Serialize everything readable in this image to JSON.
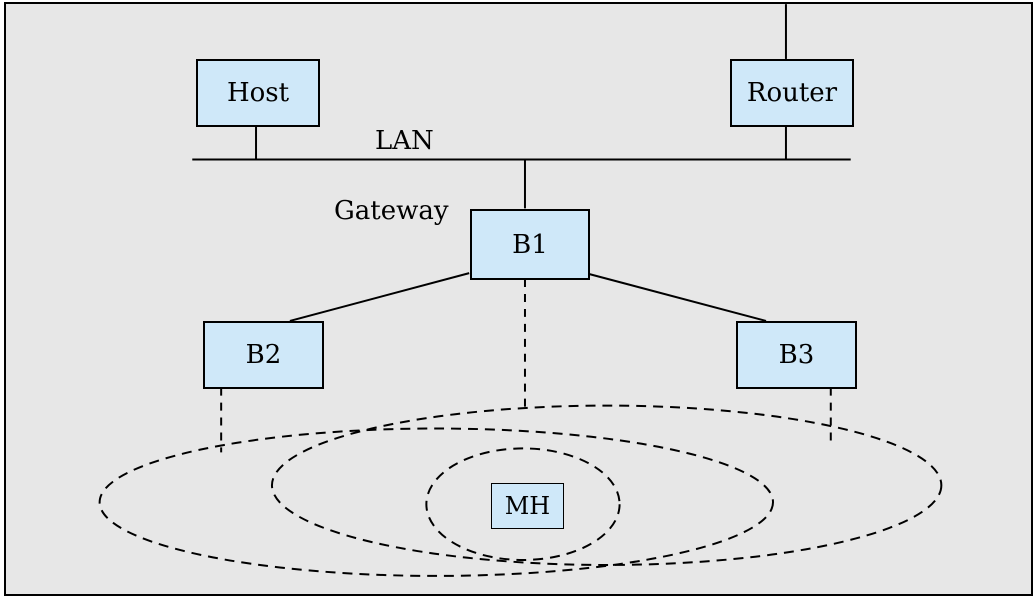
{
  "diagram": {
    "nodes": {
      "host": {
        "label": "Host"
      },
      "router": {
        "label": "Router"
      },
      "b1": {
        "label": "B1"
      },
      "b2": {
        "label": "B2"
      },
      "b3": {
        "label": "B3"
      },
      "mh": {
        "label": "MH"
      }
    },
    "labels": {
      "lan": "LAN",
      "gateway": "Gateway"
    },
    "colors": {
      "node_fill": "#cfe8f9",
      "background": "#e7e7e7",
      "line": "#000000"
    }
  }
}
